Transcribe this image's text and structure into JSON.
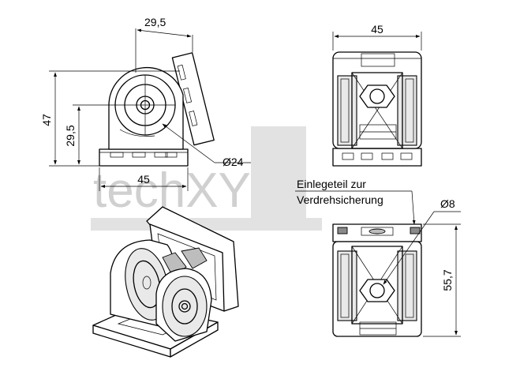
{
  "watermark": {
    "text": "techXY"
  },
  "dimensions": {
    "side_top_width": "29,5",
    "side_height_total": "47",
    "side_height_axis": "29,5",
    "side_bottom_width": "45",
    "side_diameter": "Ø24",
    "front_top_width": "45",
    "front_bottom_diameter": "Ø8",
    "front_bottom_height": "55,7"
  },
  "note": {
    "line1": "Einlegeteil zur",
    "line2": "Verdrehsicherung"
  }
}
